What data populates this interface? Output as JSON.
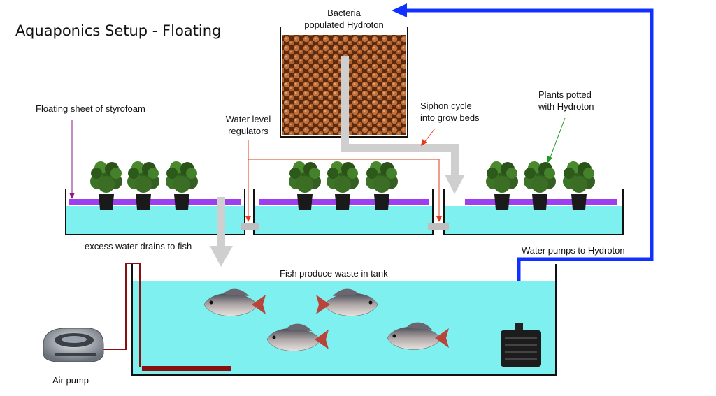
{
  "title": "Aquaponics Setup - Floating",
  "labels": {
    "bacteria_line1": "Bacteria",
    "bacteria_line2": "populated Hydroton",
    "floating_sheet": "Floating sheet of styrofoam",
    "regulators_line1": "Water level",
    "regulators_line2": "regulators",
    "siphon_line1": "Siphon cycle",
    "siphon_line2": "into grow beds",
    "plants_line1": "Plants potted",
    "plants_line2": "with Hydroton",
    "excess_water": "excess water drains to fish",
    "water_pumps": "Water pumps to Hydroton",
    "fish_waste": "Fish produce waste in tank",
    "air_pump": "Air pump"
  },
  "colors": {
    "water": "#7ff0f0",
    "styrofoam": "#9b3ff0",
    "pump_pipe": "#1030ff",
    "air_line": "#8a1010",
    "drain_arrow": "#c8c8c8",
    "hydroton": "#b5612b",
    "siphon_pointer": "#e23a1a",
    "styrofoam_pointer": "#8b1a8b",
    "plant_pointer": "#1f9a1f"
  },
  "components": {
    "grow_beds": 3,
    "plants_per_bed": 3,
    "fish": 4
  }
}
